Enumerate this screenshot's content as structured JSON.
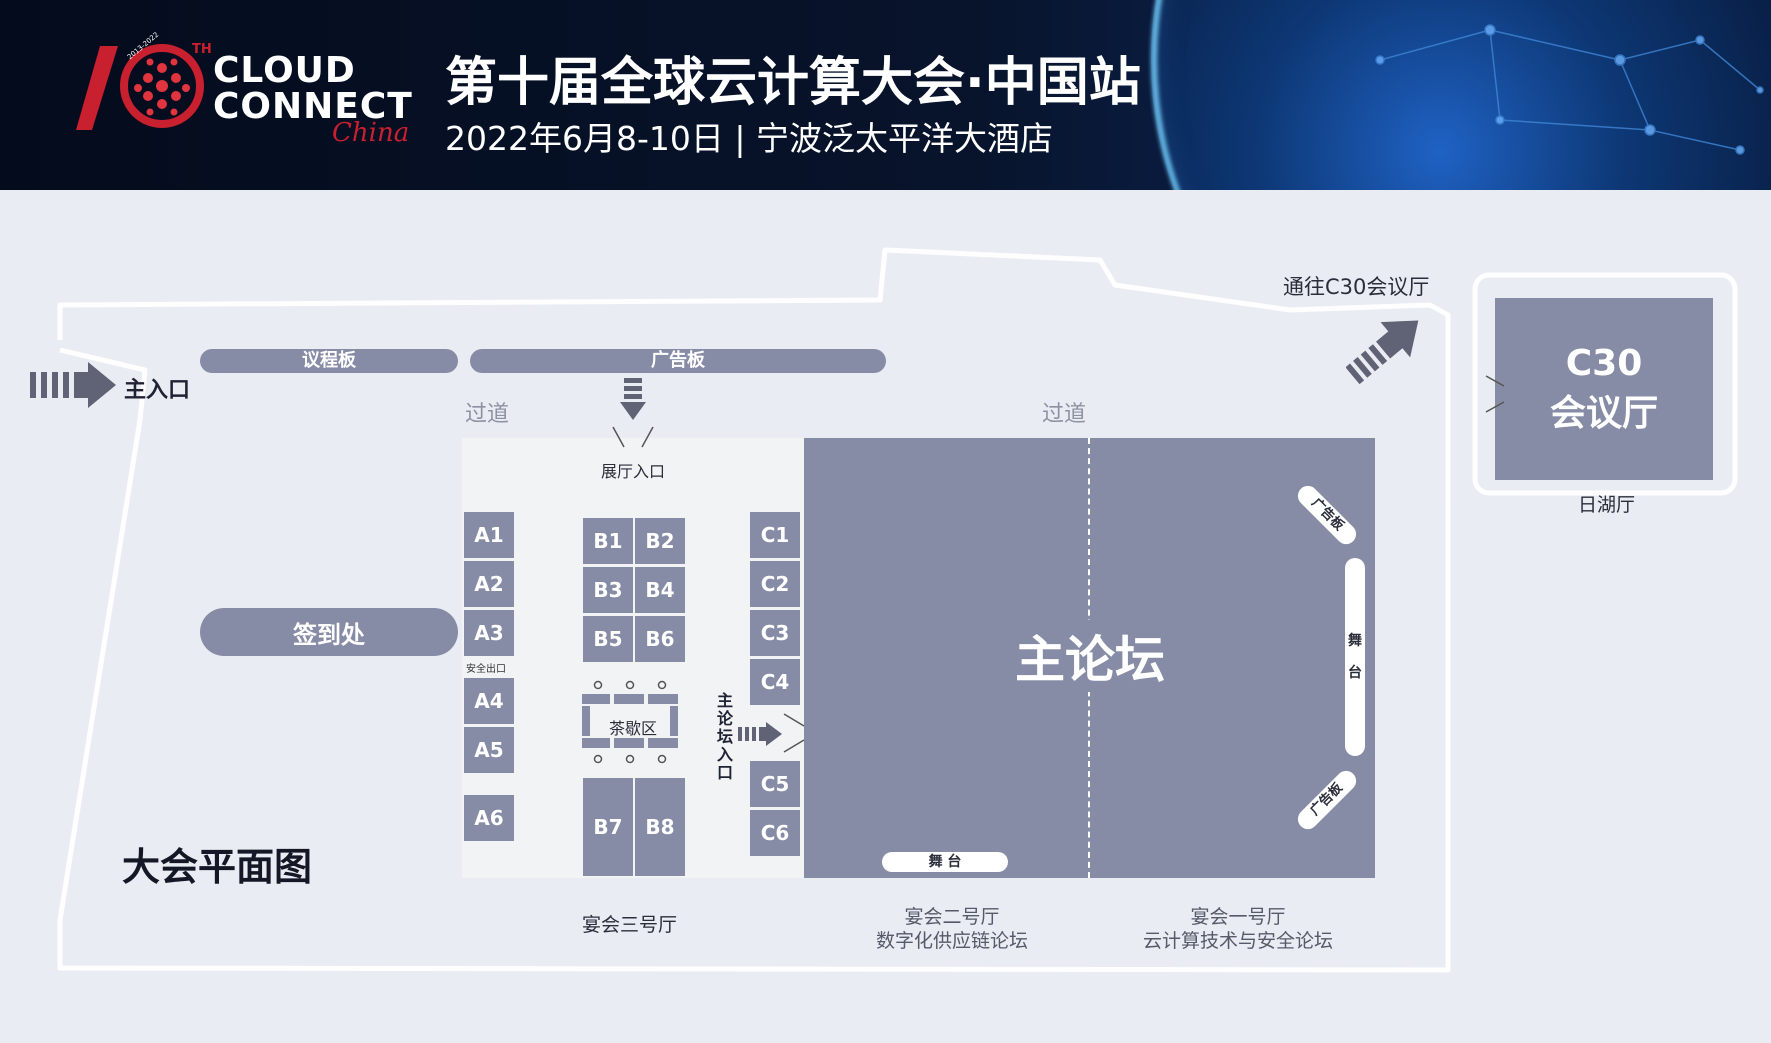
{
  "header": {
    "logo_line1": "CLOUD",
    "logo_line2": "CONNECT",
    "logo_script": "China",
    "logo_th": "TH",
    "logo_years": "2013-2022",
    "title": "第十届全球云计算大会·中国站",
    "subtitle": "2022年6月8-10日 | 宁波泛太平洋大酒店"
  },
  "map": {
    "main_entrance": "主入口",
    "agenda_board": "议程板",
    "ad_board": "广告板",
    "aisle_left": "过道",
    "aisle_right": "过道",
    "hall_entrance": "展厅入口",
    "checkin": "签到处",
    "safety_exit": "安全出口",
    "tea_area": "茶歇区",
    "forum_entrance": "主论坛入口",
    "main_forum": "主论坛",
    "stage_bottom": "舞 台",
    "stage_right": "舞台",
    "ad_board_top": "广告板",
    "ad_board_bottom": "广告板",
    "to_c30": "通往C30会议厅",
    "c30_line1": "C30",
    "c30_line2": "会议厅",
    "rihu": "日湖厅",
    "map_title": "大会平面图",
    "hall3": "宴会三号厅",
    "hall2": "宴会二号厅",
    "hall2_sub": "数字化供应链论坛",
    "hall1": "宴会一号厅",
    "hall1_sub": "云计算技术与安全论坛",
    "booths_a": [
      "A1",
      "A2",
      "A3",
      "A4",
      "A5",
      "A6"
    ],
    "booths_b": [
      "B1",
      "B2",
      "B3",
      "B4",
      "B5",
      "B6",
      "B7",
      "B8"
    ],
    "booths_c": [
      "C1",
      "C2",
      "C3",
      "C4",
      "C5",
      "C6"
    ]
  },
  "colors": {
    "block": "#878ca6",
    "background": "#e9ecf2",
    "header": "#06102a",
    "arrow": "#5f6375"
  }
}
